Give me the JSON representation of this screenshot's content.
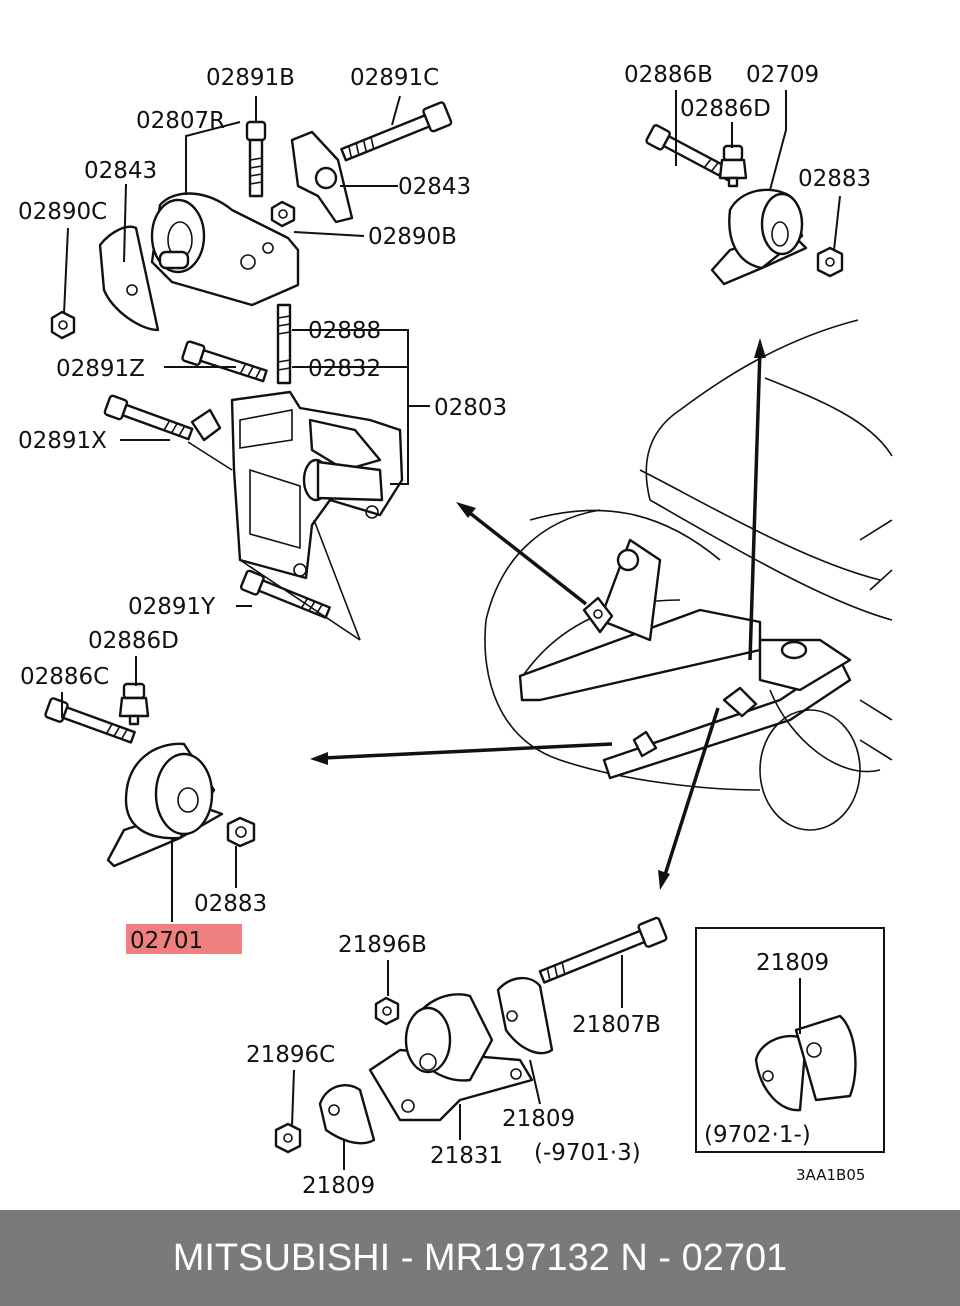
{
  "labels": {
    "l_02891B": "02891B",
    "l_02891C": "02891C",
    "l_02807R": "02807R",
    "l_02843a": "02843",
    "l_02843b": "02843",
    "l_02890C": "02890C",
    "l_02890B": "02890B",
    "l_02888": "02888",
    "l_02891Z": "02891Z",
    "l_02832": "02832",
    "l_02803": "02803",
    "l_02891X": "02891X",
    "l_02891Y": "02891Y",
    "l_02886B": "02886B",
    "l_02709": "02709",
    "l_02886D_top": "02886D",
    "l_02883_top": "02883",
    "l_02886D": "02886D",
    "l_02886C": "02886C",
    "l_02883": "02883",
    "l_02701": "02701",
    "l_21896B": "21896B",
    "l_21807B": "21807B",
    "l_21809_box": "21809",
    "l_21896C": "21896C",
    "l_21809a": "21809",
    "l_21831": "21831",
    "l_21809b": "21809",
    "l_range1": "(-9701·3)",
    "l_range2": "(9702·1-)",
    "l_code": "3AA1B05"
  },
  "highlight": {
    "part": "02701",
    "color": "#f08080"
  },
  "footer": {
    "text": "MITSUBISHI - MR197132     N - 02701"
  },
  "colors": {
    "footer_bg": "#7a7a7a",
    "footer_text": "#ffffff",
    "ink": "#111111"
  }
}
